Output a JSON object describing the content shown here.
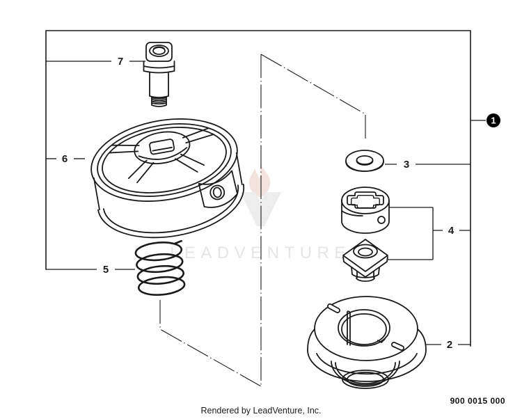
{
  "watermark": {
    "text": "LEADVENTURE"
  },
  "callouts": {
    "1": "1",
    "2": "2",
    "3": "3",
    "4": "4",
    "5": "5",
    "6": "6",
    "7": "7"
  },
  "footer": {
    "rendered_by": "Rendered by LeadVenture, Inc.",
    "part_number": "900 0015 000"
  },
  "colors": {
    "line": "#1a1a1a",
    "background": "#ffffff",
    "watermark_text": "#e6e6e6",
    "watermark_mark": "#ededed",
    "watermark_flame": "#f2e3de",
    "callout_badge": "#000000",
    "callout_badge_number": "#ffffff",
    "footer_text": "#1c1c1c"
  }
}
